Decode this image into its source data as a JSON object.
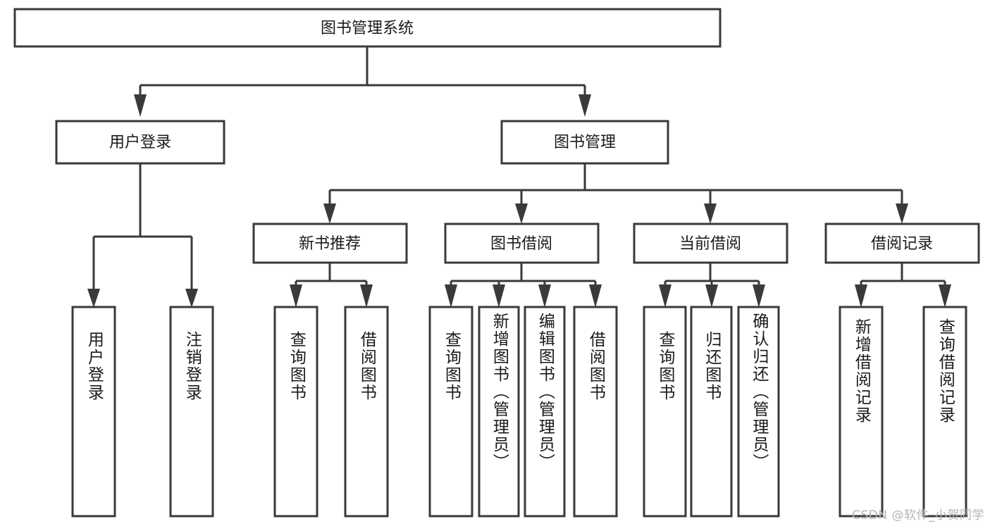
{
  "diagram": {
    "type": "tree-hierarchy",
    "orientation": "top-down",
    "root": {
      "label": "图书管理系统"
    },
    "level1": [
      {
        "label": "用户登录"
      },
      {
        "label": "图书管理"
      }
    ],
    "level2": [
      {
        "label": "新书推荐",
        "parent": "图书管理"
      },
      {
        "label": "图书借阅",
        "parent": "图书管理"
      },
      {
        "label": "当前借阅",
        "parent": "图书管理"
      },
      {
        "label": "借阅记录",
        "parent": "图书管理"
      }
    ],
    "leaves": {
      "user_login": [
        {
          "label": "用户登录"
        },
        {
          "label": "注销登录"
        }
      ],
      "new_book_recommend": [
        {
          "label": "查询图书"
        },
        {
          "label": "借阅图书"
        }
      ],
      "book_borrow": [
        {
          "label": "查询图书"
        },
        {
          "label": "新增图书（管理员）"
        },
        {
          "label": "编辑图书（管理员）"
        },
        {
          "label": "借阅图书"
        }
      ],
      "current_borrow": [
        {
          "label": "查询图书"
        },
        {
          "label": "归还图书"
        },
        {
          "label": "确认归还（管理员）"
        }
      ],
      "borrow_record": [
        {
          "label": "新增借阅记录"
        },
        {
          "label": "查询借阅记录"
        }
      ]
    }
  },
  "watermark": {
    "text": "CSDN @软件_小贺同学"
  },
  "colors": {
    "stroke": "#3a3a3a",
    "box_fill": "#ffffff",
    "text": "#1a1a1a",
    "watermark": "#b4b4b4",
    "background": "#ffffff"
  }
}
